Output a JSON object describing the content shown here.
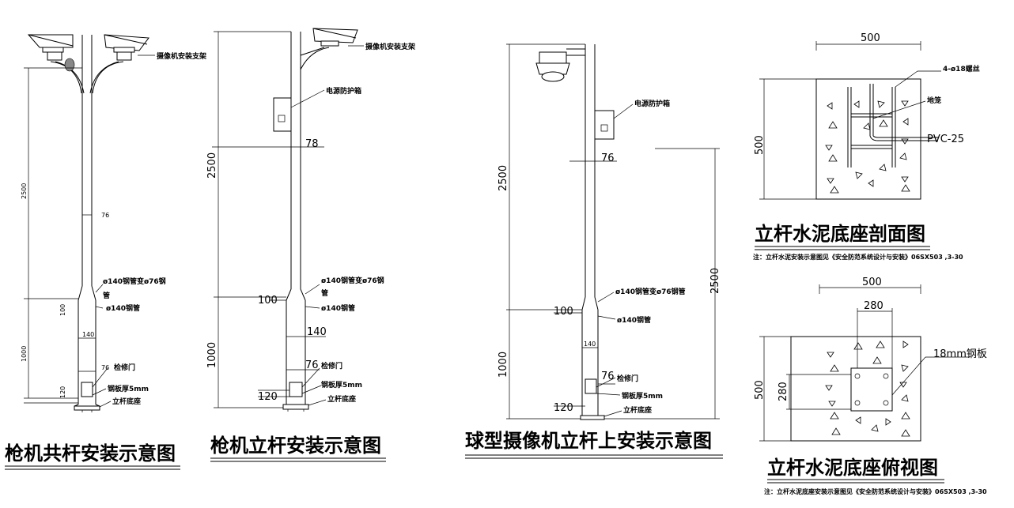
{
  "panels": {
    "shared_pole": {
      "title": "枪机共杆安装示意图",
      "bracket_label": "摄像机安装支架",
      "dim_total_upper": "2500",
      "dim_pipe_small": "76",
      "transition_label_1": "ø140钢管变ø76钢",
      "transition_label_2": "管",
      "pipe140_label": "ø140钢管",
      "dim_100": "100",
      "dim_1000": "1000",
      "dim_140": "140",
      "dim_76_door": "76",
      "door_label": "检修门",
      "dim_120": "120",
      "plate_label": "钢板厚5mm",
      "base_label": "立杆底座"
    },
    "gun_pole": {
      "title": "枪机立杆安装示意图",
      "bracket_label": "摄像机安装支架",
      "box_label": "电源防护箱",
      "dim_2500": "2500",
      "dim_78": "78",
      "transition_label_1": "ø140钢管变ø76钢",
      "transition_label_2": "管",
      "pipe140_label": "ø140钢管",
      "dim_100": "100",
      "dim_140": "140",
      "dim_1000": "1000",
      "dim_76_door": "76",
      "door_label": "检修门",
      "dim_120": "120",
      "plate_label": "钢板厚5mm",
      "base_label": "立杆底座"
    },
    "dome_pole": {
      "title": "球型摄像机立杆上安装示意图",
      "box_label": "电源防护箱",
      "dim_2500_left": "2500",
      "dim_76": "76",
      "dim_2500_right": "2500",
      "transition_label": "ø140钢管变ø76钢管",
      "pipe140_label": "ø140钢管",
      "dim_100": "100",
      "dim_140": "140",
      "dim_1000": "1000",
      "dim_76_door": "76",
      "door_label": "检修门",
      "dim_120": "120",
      "plate_label": "钢板厚5mm",
      "base_label": "立杆底座"
    },
    "section": {
      "title": "立杆水泥底座剖面图",
      "dim_500_top": "500",
      "dim_500_side": "500",
      "bolt_label": "4-ø18螺丝",
      "ground_label": "地笼",
      "pvc_label": "PVC-25",
      "note": "注：立杆水泥安装示意图见《安全防范系统设计与安装》06SX503 ,3-30"
    },
    "plan": {
      "title": "立杆水泥底座俯视图",
      "dim_500_top": "500",
      "dim_280_top": "280",
      "dim_500_side": "500",
      "dim_280_side": "280",
      "plate_label": "18mm钢板",
      "note": "注：立杆水泥底座安装示意图见《安全防范系统设计与安装》06SX503 ,3-30"
    }
  }
}
